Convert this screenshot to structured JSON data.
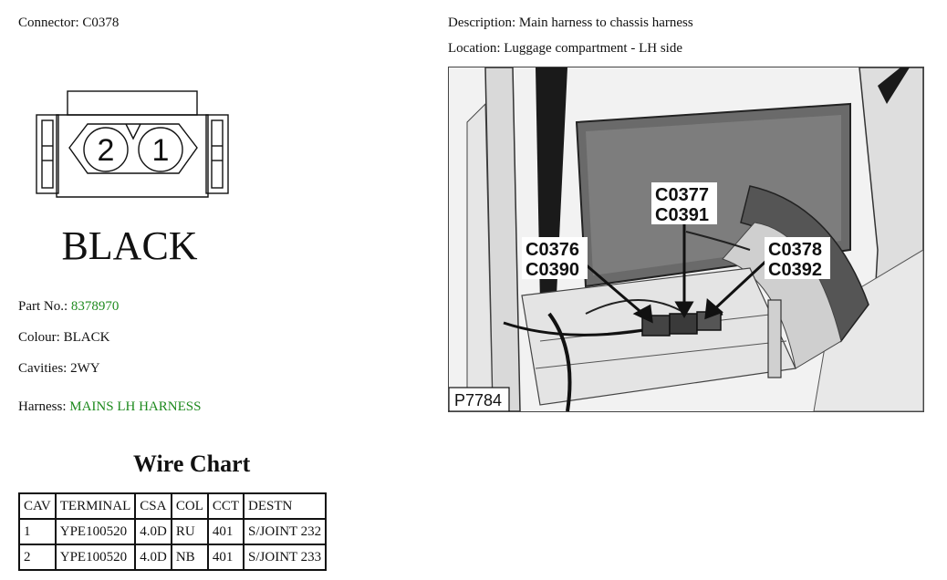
{
  "connector": {
    "label": "Connector:",
    "value": "C0378"
  },
  "description": {
    "label": "Description:",
    "value": "Main harness to chassis harness"
  },
  "location": {
    "label": "Location:",
    "value": "Luggage compartment - LH side"
  },
  "diagram": {
    "pin_left": "2",
    "pin_right": "1",
    "color_caption": "BLACK"
  },
  "part_no": {
    "label": "Part No.:",
    "value": "8378970"
  },
  "colour": {
    "label": "Colour:",
    "value": "BLACK"
  },
  "cavities": {
    "label": "Cavities:",
    "value": "2WY"
  },
  "harness": {
    "label": "Harness:",
    "value": "MAINS LH HARNESS"
  },
  "wire_chart": {
    "title": "Wire Chart",
    "headers": [
      "CAV",
      "TERMINAL",
      "CSA",
      "COL",
      "CCT",
      "DESTN"
    ],
    "rows": [
      [
        "1",
        "YPE100520",
        "4.0D",
        "RU",
        "401",
        "S/JOINT 232"
      ],
      [
        "2",
        "YPE100520",
        "4.0D",
        "NB",
        "401",
        "S/JOINT 233"
      ]
    ]
  },
  "photo": {
    "callouts": [
      {
        "line1": "C0377",
        "line2": "C0391"
      },
      {
        "line1": "C0376",
        "line2": "C0390"
      },
      {
        "line1": "C0378",
        "line2": "C0392"
      }
    ],
    "ref": "P7784"
  },
  "colors": {
    "green_text": "#1e8a1e",
    "border": "#111111"
  }
}
